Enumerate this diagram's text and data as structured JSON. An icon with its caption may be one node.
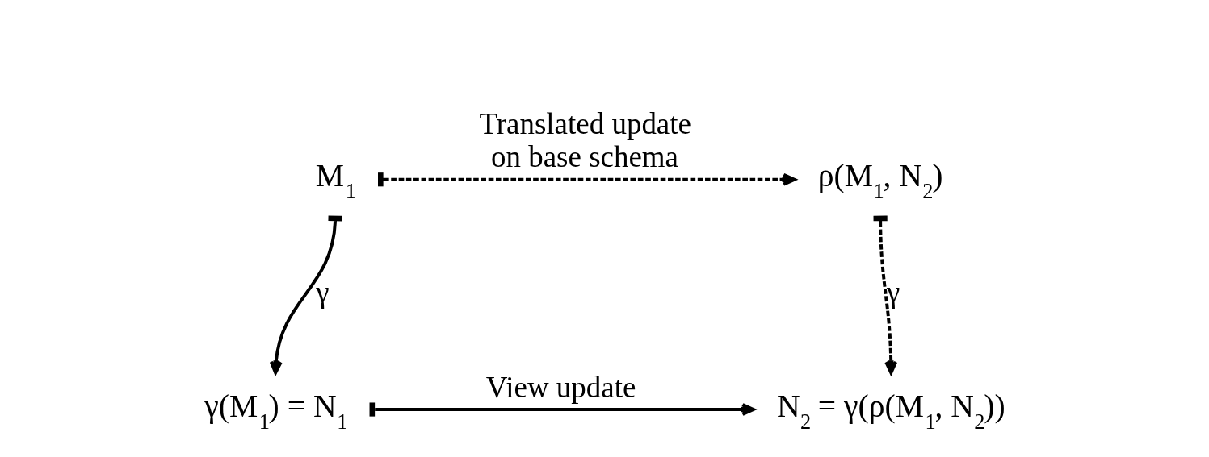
{
  "diagram": {
    "nodes": [
      {
        "text": [
          "M$_{1}$"
        ]
      },
      {
        "text": [
          "ρ(M$_{1}$, N$_{2}$)"
        ]
      },
      {
        "text": [
          "γ(M$_{1}$) = N$_{1}$"
        ]
      },
      {
        "text": [
          "N$_{2}$ = γ(ρ(M$_{1}$, N$_{2}$))"
        ]
      }
    ],
    "edges": [
      {
        "from": 0,
        "to": 1,
        "arrow": "to",
        "style": "dashed",
        "label": "Translated update on base schema"
      },
      {
        "from": 0,
        "to": 2,
        "arrow": "to",
        "label": "γ"
      },
      {
        "from": 1,
        "to": 3,
        "arrow": "to",
        "style": "dashed",
        "label": "γ"
      },
      {
        "from": 2,
        "to": 3,
        "arrow": "to",
        "label": "View update"
      }
    ]
  }
}
